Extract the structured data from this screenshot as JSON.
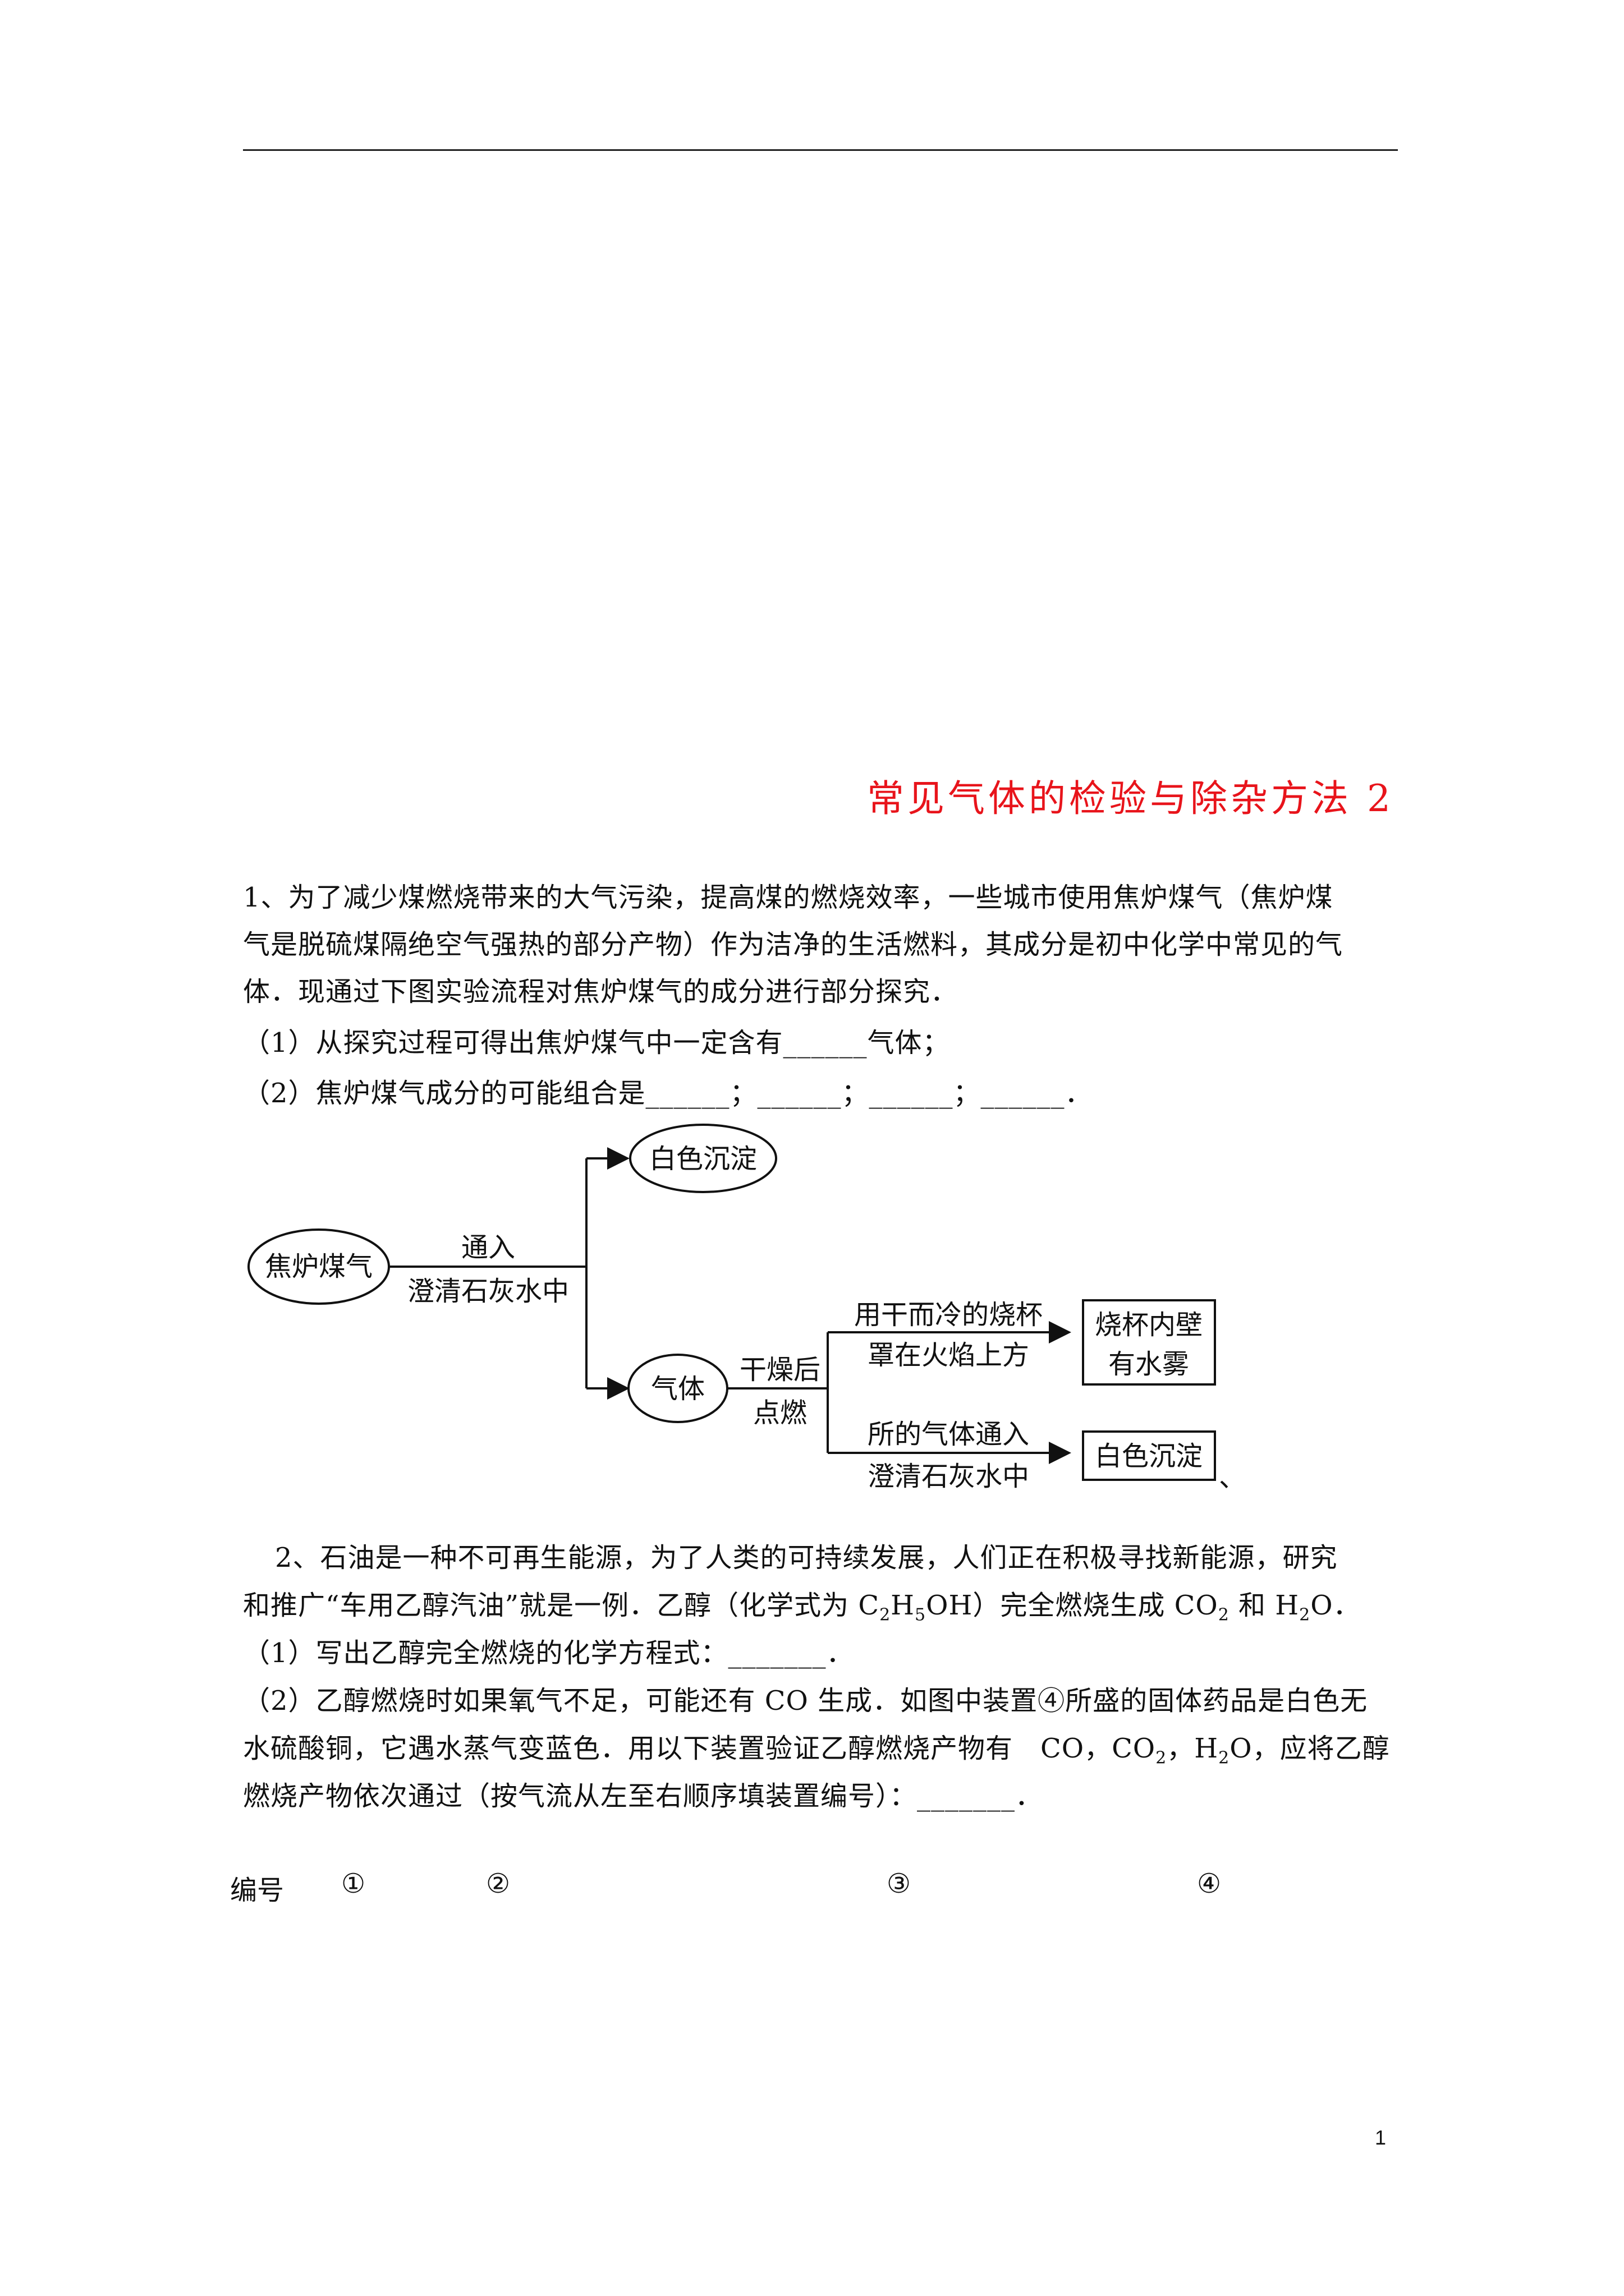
{
  "title": "常见气体的检验与除杂方法 2",
  "q1": {
    "line1": "1、为了减少煤燃烧带来的大气污染，提高煤的燃烧效率，一些城市使用焦炉煤气（焦炉煤",
    "line2": "气是脱硫煤隔绝空气强热的部分产物）作为洁净的生活燃料，其成分是初中化学中常见的气",
    "line3": "体．现通过下图实验流程对焦炉煤气的成分进行部分探究．",
    "sub1": "（1）从探究过程可得出焦炉煤气中一定含有______气体；",
    "sub2": "（2）焦炉煤气成分的可能组合是______；______；______；______．"
  },
  "flowchart": {
    "source": "焦炉煤气",
    "step1_top": "通入",
    "step1_bottom": "澄清石灰水中",
    "result_top": "白色沉淀",
    "gas": "气体",
    "step2_top": "干燥后",
    "step2_bottom": "点燃",
    "branch1_top": "用干而冷的烧杯",
    "branch1_bottom": "罩在火焰上方",
    "result1_top": "烧杯内壁",
    "result1_bottom": "有水雾",
    "branch2_top": "所的气体通入",
    "branch2_bottom": "澄清石灰水中",
    "result2": "白色沉淀",
    "trailing_mark": "、"
  },
  "q2": {
    "line1": "2、石油是一种不可再生能源，为了人类的可持续发展，人们正在积极寻找新能源，研究",
    "line2_a": "和推广“车用乙醇汽油”就是一例．乙醇（化学式为 C",
    "line2_s1": "2",
    "line2_b": "H",
    "line2_s2": "5",
    "line2_c": "OH）完全燃烧生成 CO",
    "line2_s3": "2",
    "line2_d": " 和 H",
    "line2_s4": "2",
    "line2_e": "O．",
    "sub1": "（1）写出乙醇完全燃烧的化学方程式：_______．",
    "sub2_line1": "（2）乙醇燃烧时如果氧气不足，可能还有 CO 生成．如图中装置④所盛的固体药品是白色无",
    "sub2_line2_a": "水硫酸铜，它遇水蒸气变蓝色．用以下装置验证乙醇燃烧产物有　CO，CO",
    "sub2_line2_s1": "2",
    "sub2_line2_b": "，H",
    "sub2_line2_s2": "2",
    "sub2_line2_c": "O，应将乙醇",
    "sub2_line3": "燃烧产物依次通过（按气流从左至右顺序填装置编号）：_______．"
  },
  "numbering": {
    "label": "编号",
    "n1": "①",
    "n2": "②",
    "n3": "③",
    "n4": "④"
  },
  "page_number": "1"
}
